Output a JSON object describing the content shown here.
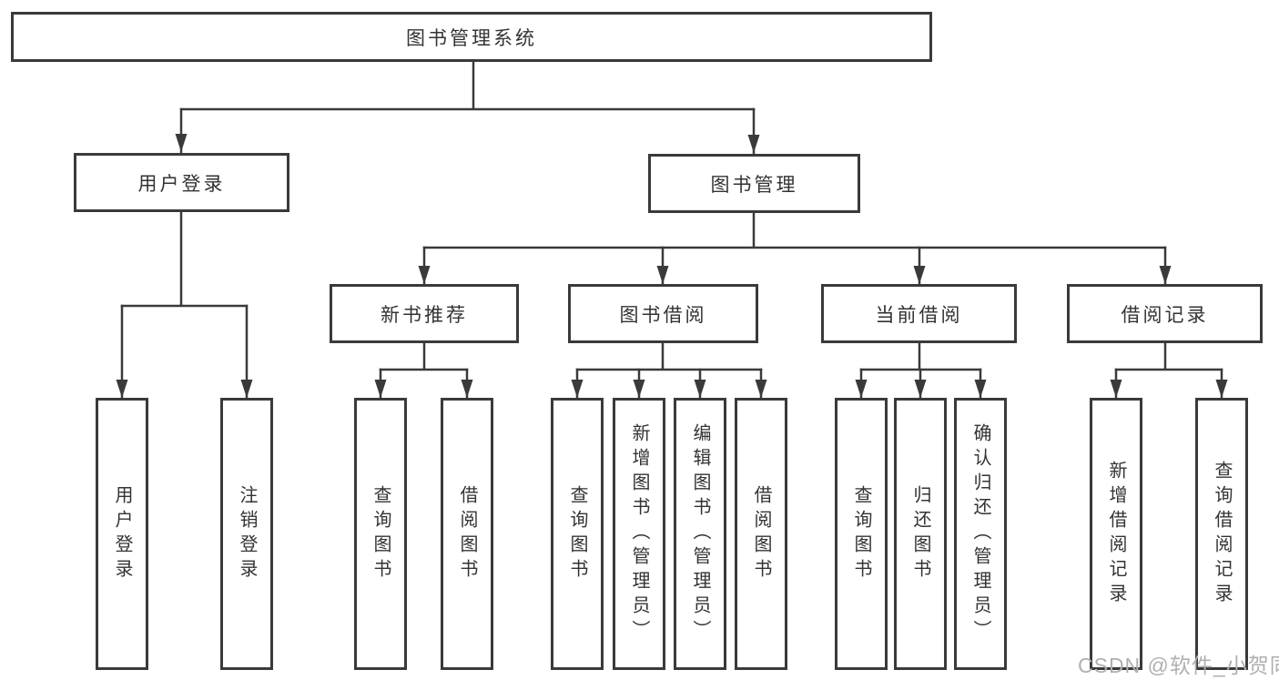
{
  "diagram_title": "图书管理系统",
  "nodes": {
    "root": "图书管理系统",
    "user_login": "用户登录",
    "book_mgmt": "图书管理",
    "new_books": "新书推荐",
    "book_borrow": "图书借阅",
    "current_borrow": "当前借阅",
    "borrow_records": "借阅记录",
    "leaf_user_login": "用户登录",
    "leaf_logout": "注销登录",
    "nb_query_book": "查询图书",
    "nb_borrow_book": "借阅图书",
    "bb_query_book": "查询图书",
    "bb_add_book_admin": "新增图书（管理员）",
    "bb_edit_book_admin": "编辑图书（管理员）",
    "bb_borrow_book": "借阅图书",
    "cb_query_book": "查询图书",
    "cb_return_book": "归还图书",
    "cb_confirm_return_admin": "确认归还（管理员）",
    "br_add_record": "新增借阅记录",
    "br_query_record": "查询借阅记录"
  },
  "watermark": "CSDN @软件_小贺同学",
  "colors": {
    "line": "#3a3a3a",
    "text": "#333333",
    "watermark": "#b0b0b0",
    "background": "#ffffff"
  }
}
